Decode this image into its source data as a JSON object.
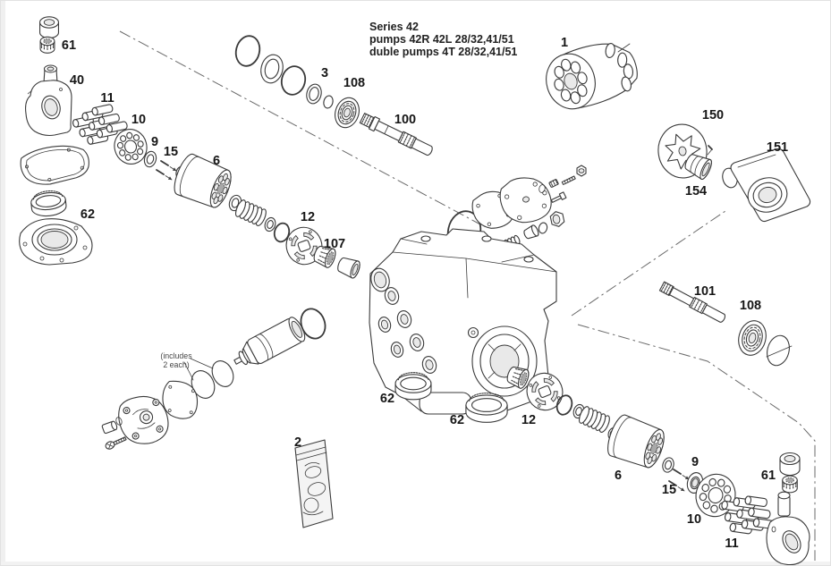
{
  "diagram": {
    "title_block": {
      "line1": "Series 42",
      "line2": "pumps 42R 42L 28/32,41/51",
      "line3": "duble pumps 4T 28/32,41/51"
    },
    "note": {
      "line1": "(includes",
      "line2": "2 each)"
    },
    "colors": {
      "background": "#ffffff",
      "line": "#3a3a3a",
      "label": "#161616"
    },
    "labels": [
      {
        "part": "61"
      },
      {
        "part": "40"
      },
      {
        "part": "11"
      },
      {
        "part": "10"
      },
      {
        "part": "9"
      },
      {
        "part": "15"
      },
      {
        "part": "6"
      },
      {
        "part": "62"
      },
      {
        "part": "12"
      },
      {
        "part": "107"
      },
      {
        "part": "3"
      },
      {
        "part": "108"
      },
      {
        "part": "100"
      },
      {
        "part": "1"
      },
      {
        "part": "150"
      },
      {
        "part": "151"
      },
      {
        "part": "154"
      },
      {
        "part": "101"
      },
      {
        "part": "108"
      },
      {
        "part": "62"
      },
      {
        "part": "62"
      },
      {
        "part": "12"
      },
      {
        "part": "2"
      },
      {
        "part": "6"
      },
      {
        "part": "15"
      },
      {
        "part": "9"
      },
      {
        "part": "10"
      },
      {
        "part": "11"
      },
      {
        "part": "61"
      }
    ]
  }
}
